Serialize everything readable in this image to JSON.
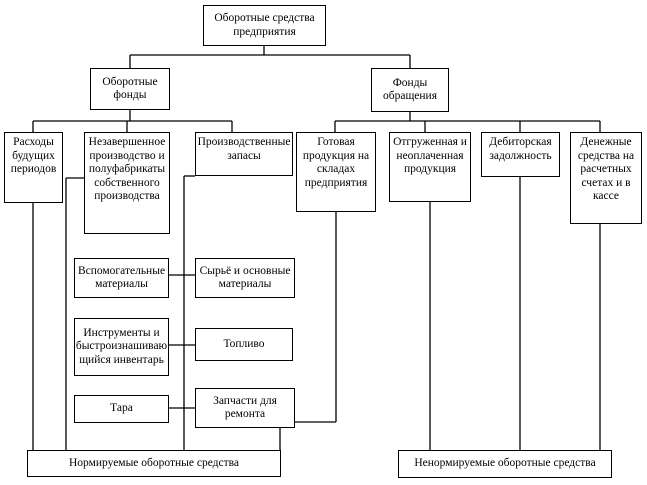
{
  "diagram": {
    "root": "Оборотные средства\nпредприятия",
    "funds": "Оборотные\nфонды",
    "circulation": "Фонды\nобращения",
    "deferred": "Расходы\nбудущих\nпериодов",
    "wip": "Незавершенное\nпроизводство и\nполуфабрикаты\nсобственного\nпроизводства",
    "stocks": "Производственные\nзапасы",
    "finished": "Готовая\nпродукция на\nскладах\nпредприятия",
    "shipped": "Отгруженная и\nнеоплаченная\nпродукция",
    "receivables": "Дебиторская\nзадолжность",
    "cash": "Денежные\nсредства на\nрасчетных\nсчетах и в\nкассе",
    "auxiliary": "Вспомогательные\nматериалы",
    "raw": "Сырьё и основные\nматериалы",
    "tools": "Инструменты и\nбыстроизнашиваю\nщийся инвентарь",
    "fuel": "Топливо",
    "packaging": "Тара",
    "parts": "Запчасти для\nремонта",
    "normalized": "Нормируемые оборотные средства",
    "nonnormalized": "Ненормируемые оборотные средства"
  }
}
